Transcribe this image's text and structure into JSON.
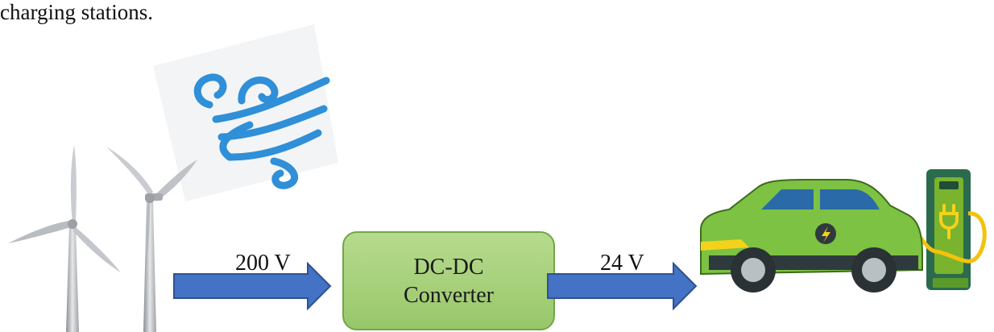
{
  "caption": "charging stations.",
  "diagram": {
    "source": "wind turbines",
    "converter": {
      "line1": "DC-DC",
      "line2": "Converter"
    },
    "input_label": "200 V",
    "output_label": "24 V",
    "load": "electric vehicle charging station"
  },
  "colors": {
    "arrow_fill": "#4472c4",
    "arrow_stroke": "#2f528f",
    "converter_fill": "#a9d47c",
    "converter_border": "#72a648",
    "wind": "#2f8fd8",
    "car_body": "#7dc242",
    "charger": "#7ab32e"
  }
}
